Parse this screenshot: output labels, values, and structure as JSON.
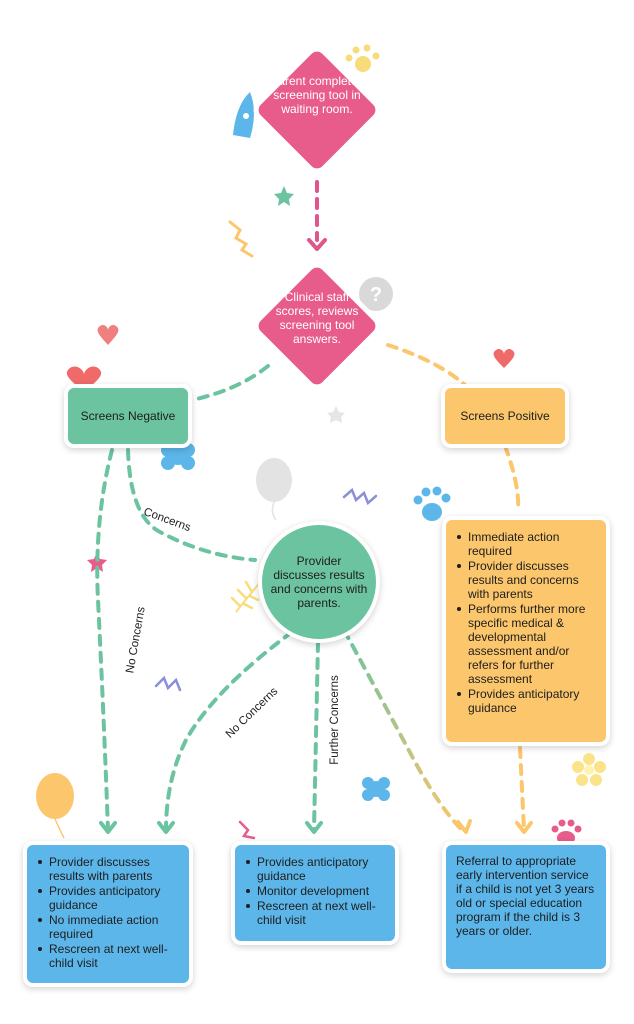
{
  "nodes": {
    "start": "Parent completes screening tool in waiting room.",
    "scoring": "Clinical staff scores, reviews screening tool answers.",
    "negative": "Screens Negative",
    "positive": "Screens Positive",
    "discuss": "Provider discusses results and concerns with parents.",
    "positive_actions": [
      "Immediate action required",
      "Provider discusses results and concerns with parents",
      "Performs further more specific medical & developmental assessment and/or refers for further assessment",
      "Provides anticipatory guidance"
    ],
    "outcome_no_concerns": [
      "Provider discusses results with parents",
      "Provides anticipatory guidance",
      "No immediate action required",
      "Rescreen at next well-child visit"
    ],
    "outcome_monitor": [
      "Provides anticipatory guidance",
      "Monitor development",
      "Rescreen at next well-child visit"
    ],
    "outcome_referral": "Referral to appropriate early intervention service if a child is not yet 3 years old or special education program if the child is 3 years or older."
  },
  "edge_labels": {
    "concerns": "Concerns",
    "no_concerns_left": "No Concerns",
    "no_concerns_mid": "No Concerns",
    "further_concerns": "Further Concerns"
  },
  "colors": {
    "pink": "#e85c8c",
    "green": "#6cc3a0",
    "orange": "#fcc66c",
    "blue": "#5cb6ea"
  }
}
